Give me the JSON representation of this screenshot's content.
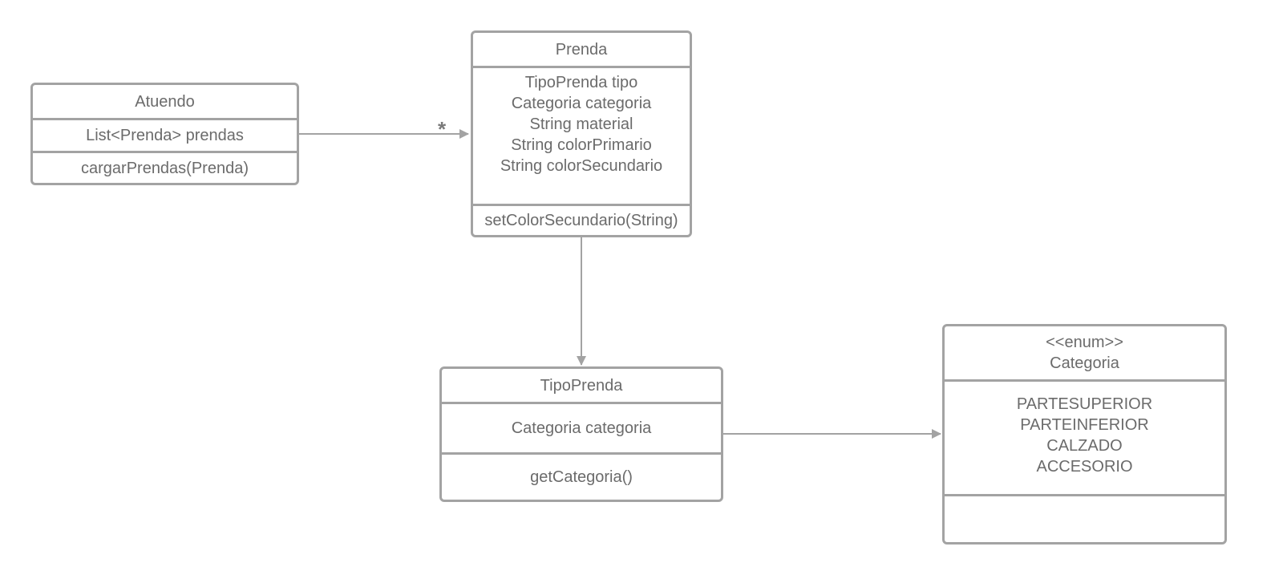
{
  "classes": {
    "atuendo": {
      "name": "Atuendo",
      "attributes": [
        "List<Prenda> prendas"
      ],
      "methods": [
        "cargarPrendas(Prenda)"
      ]
    },
    "prenda": {
      "name": "Prenda",
      "attributes": [
        "TipoPrenda tipo",
        "Categoria categoria",
        "String material",
        "String colorPrimario",
        "String colorSecundario"
      ],
      "methods": [
        "setColorSecundario(String)"
      ]
    },
    "tipoprenda": {
      "name": "TipoPrenda",
      "attributes": [
        "Categoria categoria"
      ],
      "methods": [
        "getCategoria()"
      ]
    },
    "categoria": {
      "stereotype": "<<enum>>",
      "name": "Categoria",
      "values": [
        "PARTESUPERIOR",
        "PARTEINFERIOR",
        "CALZADO",
        "ACCESORIO"
      ]
    }
  },
  "relations": {
    "atuendo_prenda": {
      "multiplicity": "*"
    }
  },
  "colors": {
    "stroke": "#a3a3a3",
    "text": "#6b6b6b"
  }
}
